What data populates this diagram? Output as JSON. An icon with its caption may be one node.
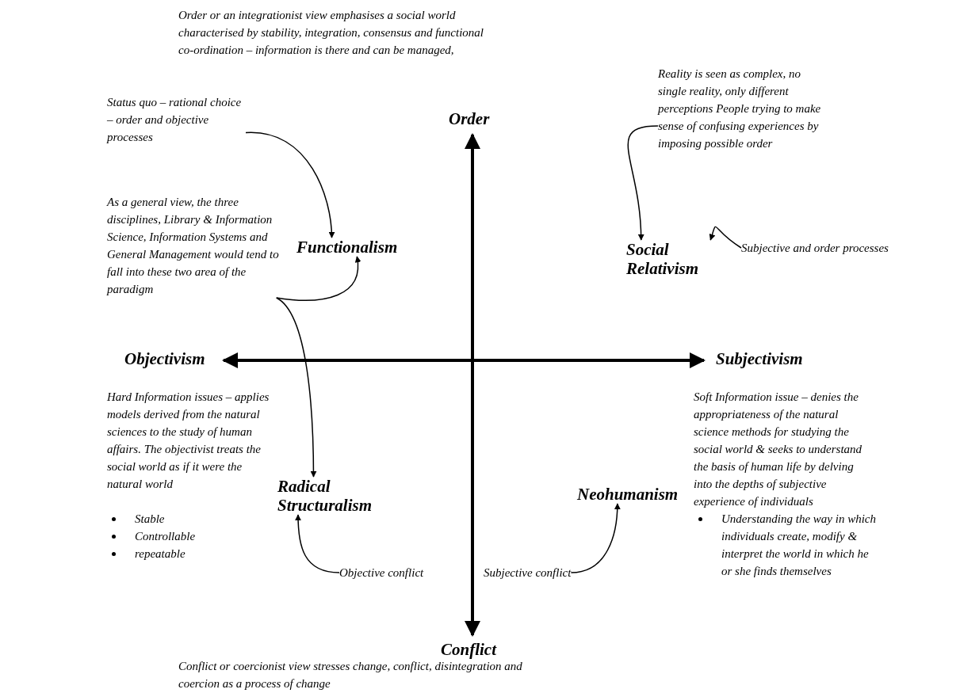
{
  "diagram": {
    "nodes": [
      {
        "text": [
          "Reality is seen as complex, no single reality, only different perceptions People trying to make sense of confusing experiences by imposing possible order"
        ]
      },
      {
        "text": [
          "Status quo – rational choice – order and objective processes"
        ]
      },
      {
        "text": [
          "As a general view, the three disciplines, Library & Information Science, Information Systems and General Management would tend to fall into these two area of the paradigm"
        ]
      },
      {
        "text": [
          "Functionalism"
        ]
      },
      {
        "text": [
          "Social Relativism"
        ]
      },
      {
        "text": [
          "Subjective and order processes"
        ]
      },
      {
        "text": [
          "Radical Structuralism"
        ]
      },
      {
        "text": [
          "Neohumanism"
        ]
      },
      {
        "text": [
          "Objective conflict"
        ]
      },
      {
        "text": [
          "Subjective conflict"
        ]
      }
    ],
    "edges": [
      {
        "from": 0,
        "to": 4,
        "arrow": "to"
      },
      {
        "from": 1,
        "to": 3,
        "arrow": "to"
      },
      {
        "from": 5,
        "to": 4,
        "arrow": "to"
      },
      {
        "from": 2,
        "to": 3,
        "arrow": "to"
      },
      {
        "from": 2,
        "to": 6,
        "arrow": "to"
      },
      {
        "from": 8,
        "to": 6,
        "arrow": "to"
      },
      {
        "from": 9,
        "to": 7,
        "arrow": "to"
      }
    ],
    "labels": [
      "Order or an integrationist view emphasises a social world characterised by stability, integration, consensus and functional co-ordination – information is there and can be managed,",
      "Order",
      "Objectivism",
      "Subjectivism",
      "Hard Information issues – applies models derived from the natural sciences to the study of human affairs. The objectivist treats the social world as if it were the natural world",
      "Stable",
      "Controllable",
      "repeatable",
      "Soft Information issue – denies the appropriateness of the natural science methods for studying the social world & seeks to understand the basis of human life by delving into the depths of subjective experience of individuals",
      "Understanding the way in which individuals create, modify & interpret the world in which he or she finds themselves",
      "Conflict",
      "Conflict or coercionist view stresses change, conflict, disintegration and coercion as a process of change"
    ]
  }
}
